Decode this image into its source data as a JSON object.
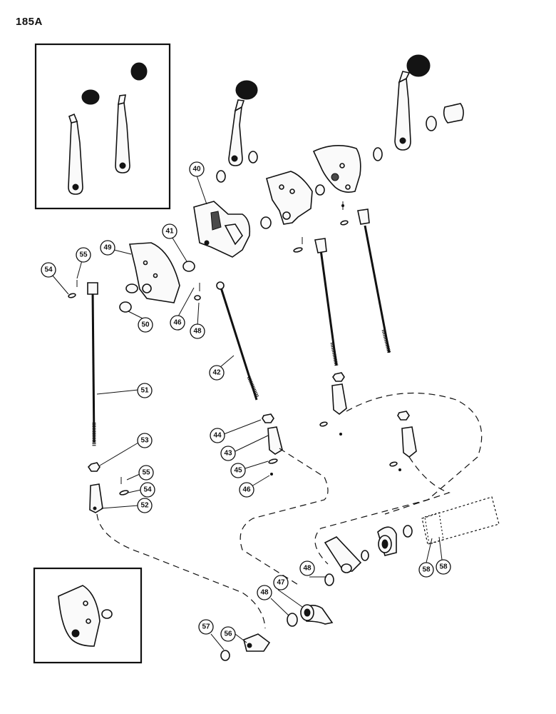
{
  "page": {
    "number": "185A"
  },
  "callouts": [
    {
      "id": "c40",
      "label": "40"
    },
    {
      "id": "c41",
      "label": "41"
    },
    {
      "id": "c49",
      "label": "49"
    },
    {
      "id": "c55a",
      "label": "55"
    },
    {
      "id": "c54a",
      "label": "54"
    },
    {
      "id": "c50",
      "label": "50"
    },
    {
      "id": "c46a",
      "label": "46"
    },
    {
      "id": "c48a",
      "label": "48"
    },
    {
      "id": "c42",
      "label": "42"
    },
    {
      "id": "c51",
      "label": "51"
    },
    {
      "id": "c53",
      "label": "53"
    },
    {
      "id": "c55b",
      "label": "55"
    },
    {
      "id": "c54b",
      "label": "54"
    },
    {
      "id": "c52",
      "label": "52"
    },
    {
      "id": "c44",
      "label": "44"
    },
    {
      "id": "c43",
      "label": "43"
    },
    {
      "id": "c45",
      "label": "45"
    },
    {
      "id": "c46b",
      "label": "46"
    },
    {
      "id": "c48b",
      "label": "48"
    },
    {
      "id": "c47",
      "label": "47"
    },
    {
      "id": "c48c",
      "label": "48"
    },
    {
      "id": "c57",
      "label": "57"
    },
    {
      "id": "c56",
      "label": "56"
    },
    {
      "id": "c58a",
      "label": "58"
    },
    {
      "id": "c58b",
      "label": "58"
    }
  ]
}
